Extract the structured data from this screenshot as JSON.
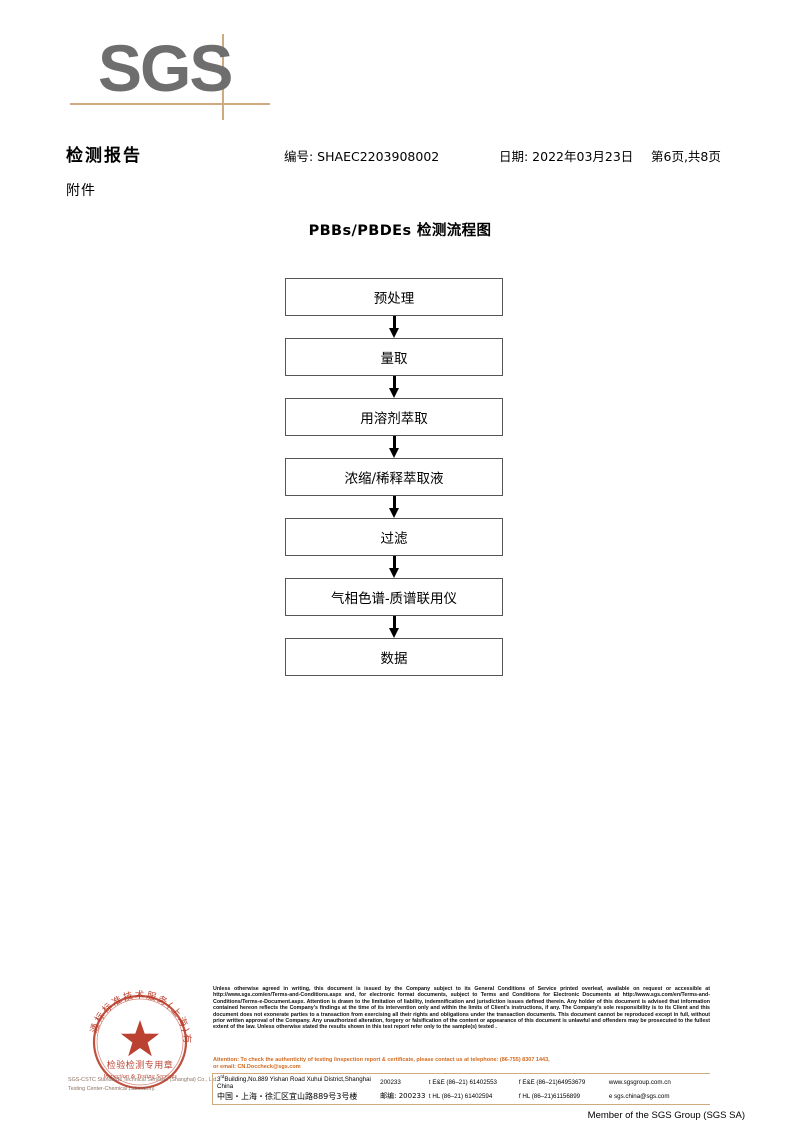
{
  "logo": {
    "text": "SGS",
    "color": "#6e6e6e",
    "rule_color": "#cfa97f"
  },
  "header": {
    "title": "检测报告",
    "subtitle": "附件",
    "report_no_label": "编号:",
    "report_no": "编号: SHAEC2203908002",
    "date": "日期: 2022年03月23日",
    "page": "第6页,共8页"
  },
  "flowchart": {
    "title": "PBBs/PBDEs 检测流程图",
    "steps": [
      {
        "label": "预处理"
      },
      {
        "label": "量取"
      },
      {
        "label": "用溶剂萃取"
      },
      {
        "label": "浓缩/稀释萃取液"
      },
      {
        "label": "过滤"
      },
      {
        "label": "气相色谱-质谱联用仪"
      },
      {
        "label": "数据"
      }
    ]
  },
  "seal": {
    "outer_text": "通标标准技术服务(上海)有限公司",
    "bottom_text_cn": "检验检测专用章",
    "bottom_text_en": "Inspection & Testing Services",
    "color": "#b5311e",
    "company_line": "SGS-CSTC Standards Technical Services (Shanghai) Co., Ltd. Testing Center-Chemical Laboratory."
  },
  "footer": {
    "legal_paragraphs": [
      "Unless otherwise agreed in writing, this document is issued by the Company subject to its General Conditions of Service printed overleaf, available on request or accessible at http://www.sgs.com/en/Terms-and-Conditions.aspx and, for electronic format documents, subject to Terms and Conditions for Electronic Documents at http://www.sgs.com/en/Terms-and-Conditions/Terms-e-Document.aspx. Attention is drawn to the limitation of liability, indemnification and jurisdiction issues defined therein. Any holder of this document is advised that information contained hereon reflects the Company's findings at the time of its intervention only and within the limits of Client's instructions, if any. The Company's sole responsibility is to its Client and this document does not exonerate parties to a transaction from exercising all their rights and obligations under the transaction documents. This document cannot be reproduced except in full, without prior written approval of the Company. Any unauthorized alteration, forgery or falsification of the content or appearance of this document is unlawful and offenders may be prosecuted to the fullest extent of the law. Unless otherwise stated the results shown in this test report refer only to the sample(s) tested ."
    ],
    "attention_lines": [
      "Attention: To check the authenticity of testing /inspection report & certificate, please contact us at telephone: (86-755) 8307 1443,",
      "or email: CN.Doccheck@sgs.com"
    ],
    "attention_color": "#d2691e",
    "address_en": "Building,No.889 Yishan Road Xuhui District,Shanghai China",
    "address_en_prefix": "3",
    "address_en_sup": "rd",
    "zip_en": "200233",
    "tel_en": "t E&E (86–21) 61402553",
    "fax_en": "f E&E (86–21)64953679",
    "web_en": "www.sgsgroup.com.cn",
    "address_cn": "中国・上海・徐汇区宜山路889号3号楼",
    "zip_cn": "邮编: 200233",
    "tel_cn": "t HL (86–21) 61402594",
    "fax_cn": "f HL (86–21)61156899",
    "email_cn": "e sgs.china@sgs.com",
    "member": "Member of the SGS Group (SGS SA)"
  }
}
